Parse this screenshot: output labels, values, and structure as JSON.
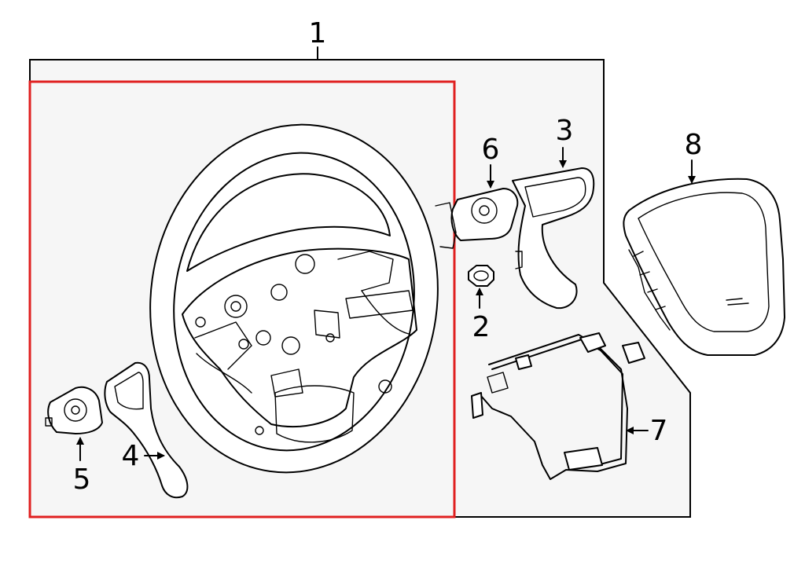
{
  "diagram": {
    "frame_fill": "#f6f6f6",
    "frame_stroke": "#000000",
    "highlight_color": "#e02020",
    "labels": {
      "part_1": "1",
      "part_2": "2",
      "part_3": "3",
      "part_4": "4",
      "part_5": "5",
      "part_6": "6",
      "part_7": "7",
      "part_8": "8"
    }
  }
}
